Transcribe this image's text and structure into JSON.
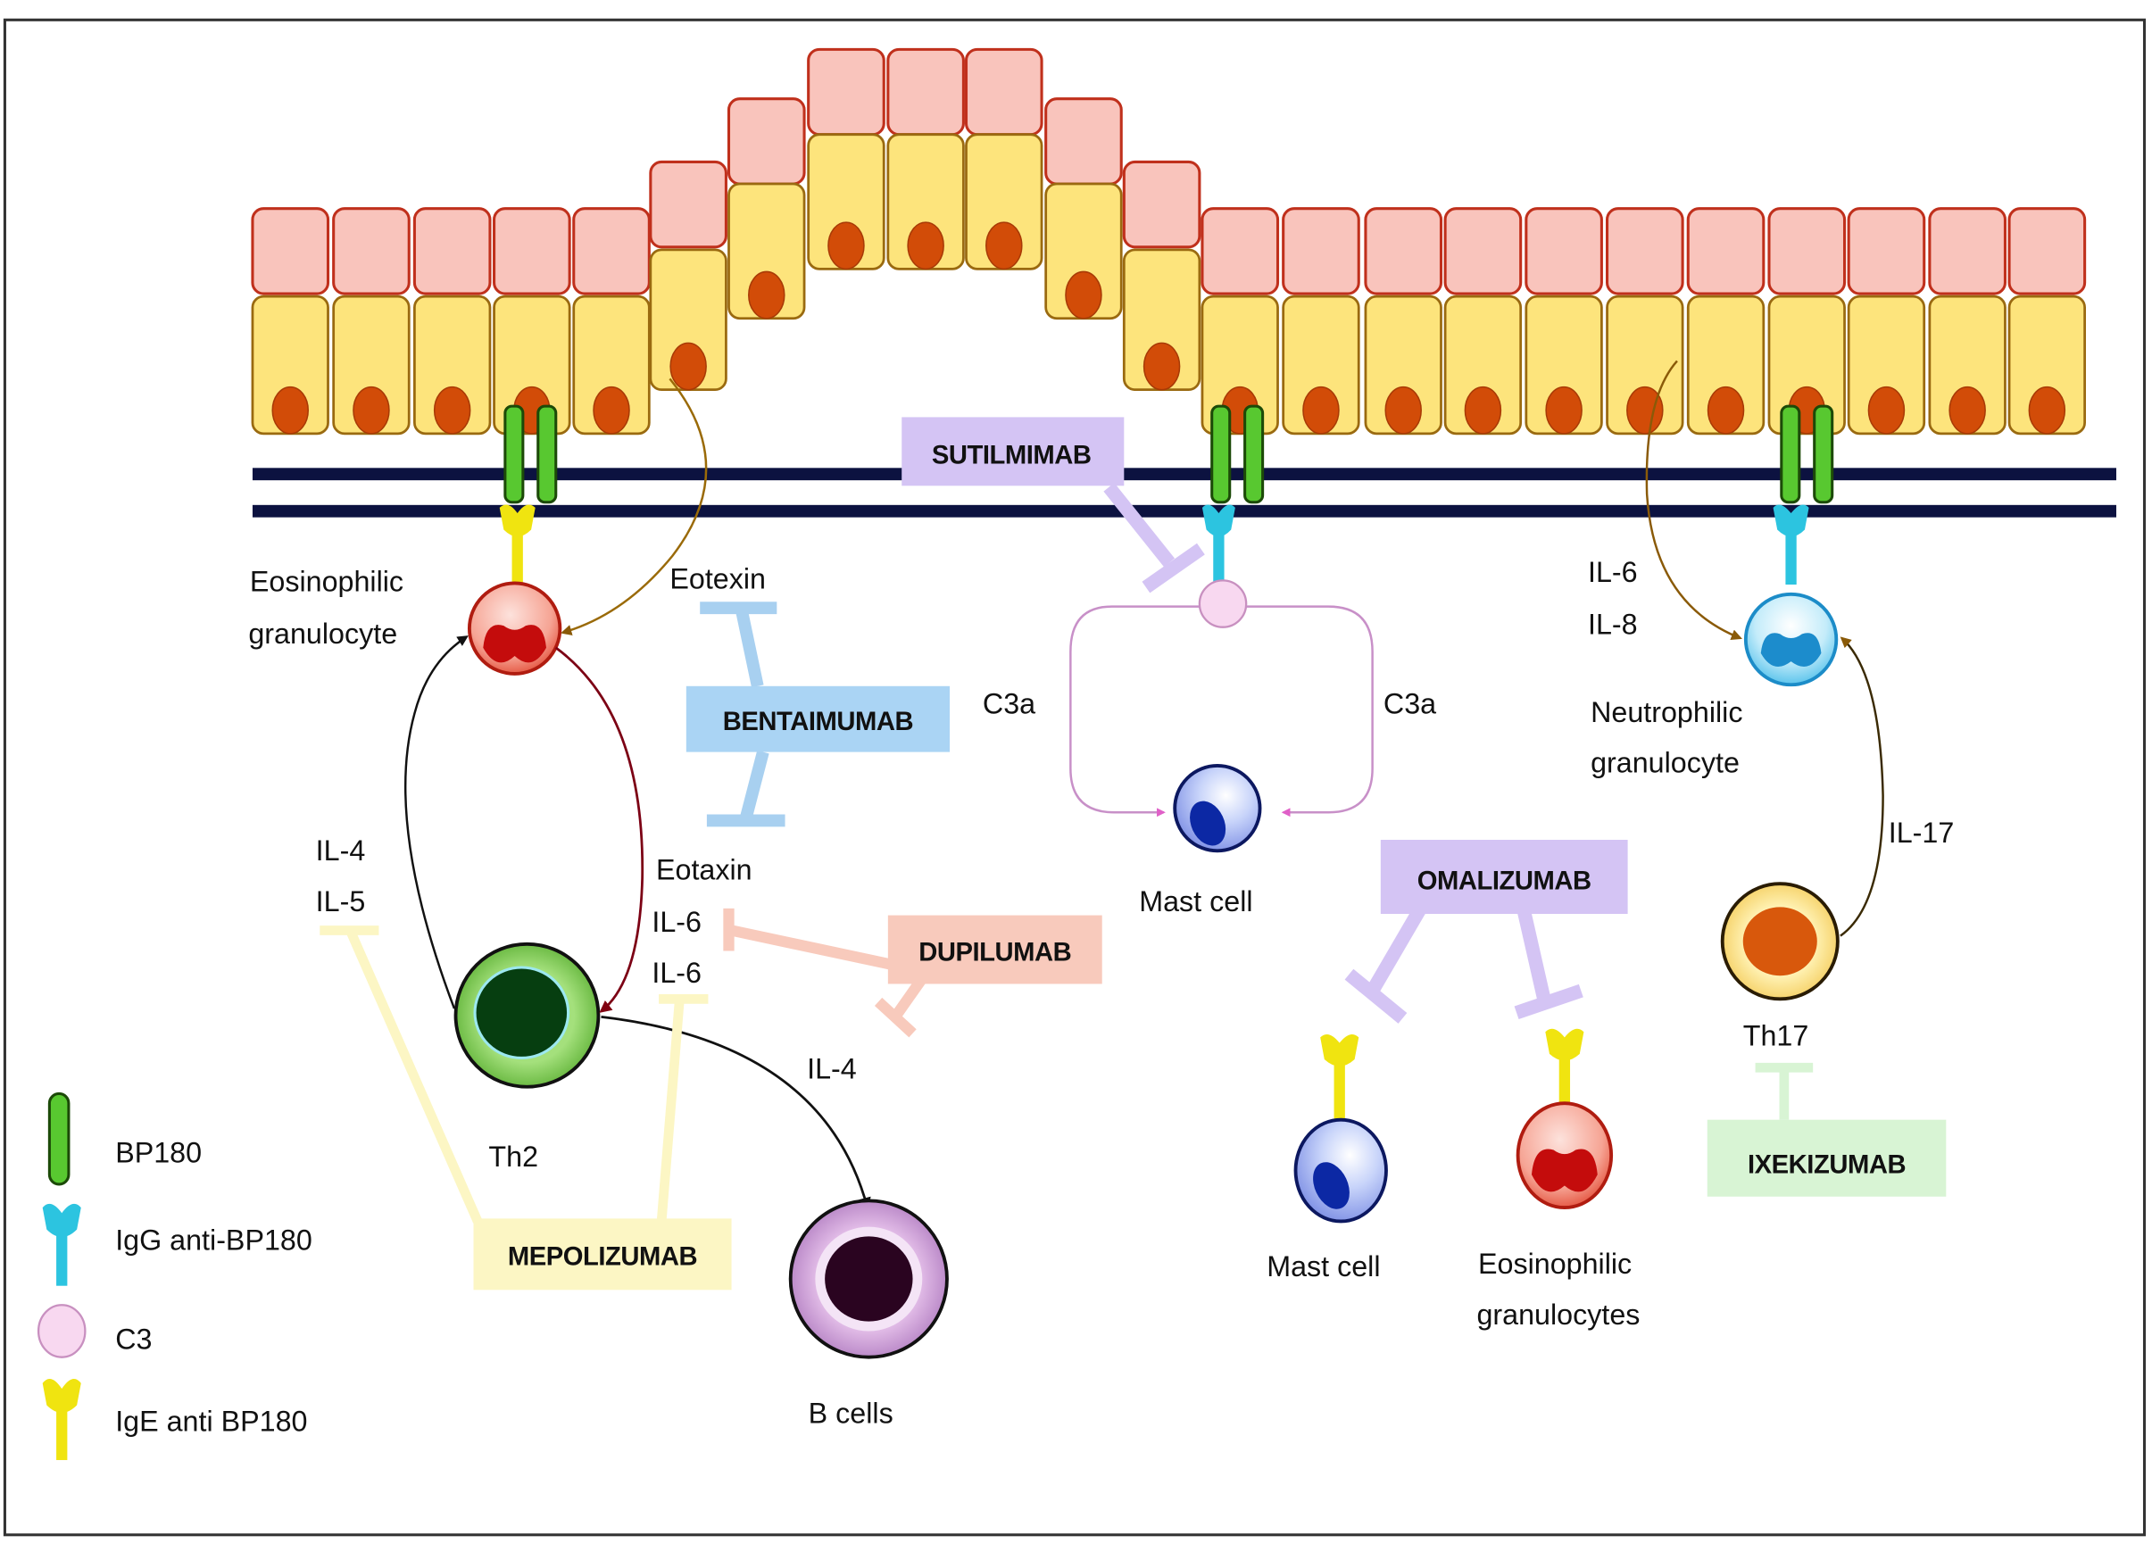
{
  "title": "Targeted therapies in bullous pemphigoid pathogenesis",
  "colors": {
    "frame": "#333333",
    "cell_top_fill": "#f9c4bc",
    "cell_top_stroke": "#c0301c",
    "cell_base_fill": "#fde47c",
    "cell_base_stroke": "#9a6a10",
    "nucleus": "#d24c08",
    "membrane": "#0c1240",
    "bp180": "#58c830",
    "igg": "#2cc4e0",
    "ige": "#f0e410",
    "c3": "#f8d8f0",
    "sutilimab_box": "#d4c4f4",
    "bentaimumab_box": "#aad4f4",
    "dupilumab_box": "#f8cabc",
    "mepolizumab_box": "#fcf6c4",
    "omalizumab_box": "#d4c4f4",
    "ixekizumab_box": "#d8f4d4"
  },
  "labels": {
    "eosinophil": [
      "Eosinophilic",
      "granulocyte"
    ],
    "eotaxin_top": "Eotexin",
    "eotaxin_mid": "Eotaxin",
    "il6_a": "IL-6",
    "il6_b": "IL-6",
    "il4_il5": [
      "IL-4",
      "IL-5"
    ],
    "il4_bcell": "IL-4",
    "th2": "Th2",
    "b_cells": "B cells",
    "c3a_left": "C3a",
    "c3a_right": "C3a",
    "mast_cell_center": "Mast cell",
    "neutrophil_cytokines": [
      "IL-6",
      "IL-8"
    ],
    "neutrophil": [
      "Neutrophilic",
      "granulocyte"
    ],
    "il17": "IL-17",
    "th17": "Th17",
    "mast_cell_bottom": "Mast cell",
    "eosinophils_bottom": [
      "Eosinophilic",
      "granulocytes"
    ]
  },
  "drugs": {
    "sutilimab": "SUTILMIMAB",
    "bentaimumab": "BENTAIMUMAB",
    "dupilumab": "DUPILUMAB",
    "mepolizumab": "MEPOLIZUMAB",
    "omalizumab": "OMALIZUMAB",
    "ixekizumab": "IXEKIZUMAB"
  },
  "legend": [
    {
      "icon": "bp180-icon",
      "label": "BP180"
    },
    {
      "icon": "igg-antibody-icon",
      "label": "IgG anti-BP180"
    },
    {
      "icon": "c3-icon",
      "label": "C3"
    },
    {
      "icon": "ige-antibody-icon",
      "label": "IgE anti BP180"
    }
  ]
}
